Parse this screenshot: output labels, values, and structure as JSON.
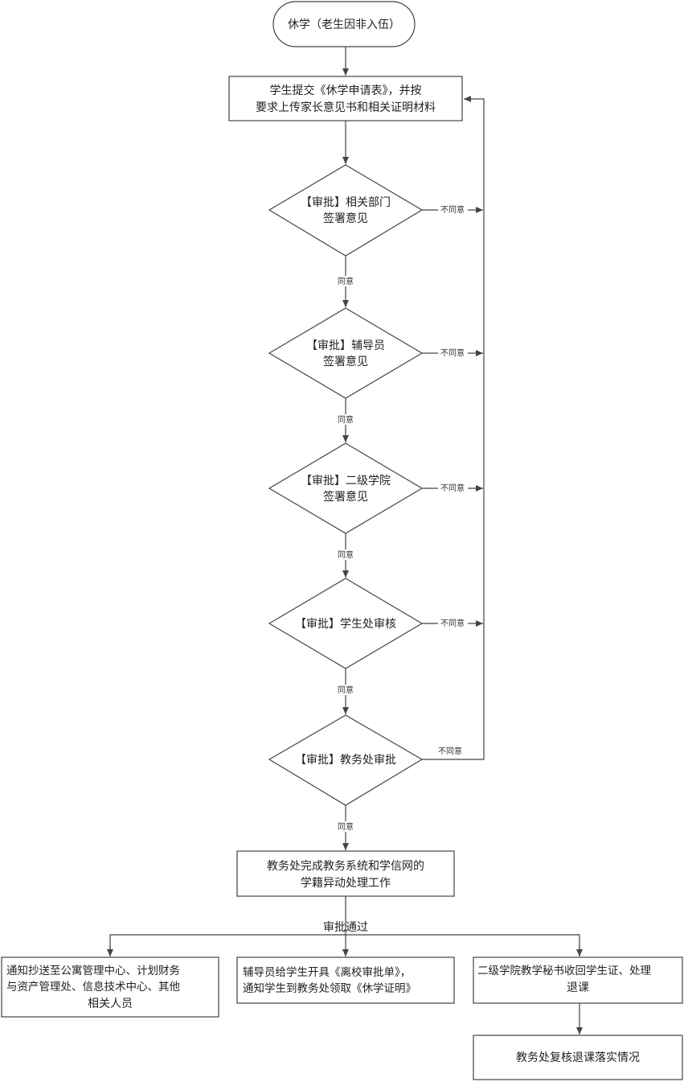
{
  "start": "休学（老生因非入伍）",
  "submit": [
    "学生提交《休学申请表》，并按",
    "要求上传家长意见书和相关证明材料"
  ],
  "approvals": [
    {
      "lines": [
        "【审批】相关部门",
        "签署意见"
      ],
      "reject": "不同意",
      "approve": "同意"
    },
    {
      "lines": [
        "【审批】辅导员",
        "签署意见"
      ],
      "reject": "不同意",
      "approve": "同意"
    },
    {
      "lines": [
        "【审批】二级学院",
        "签署意见"
      ],
      "reject": "不同意",
      "approve": "同意"
    },
    {
      "lines": [
        "【审批】学生处审核"
      ],
      "reject": "不同意",
      "approve": "同意"
    },
    {
      "lines": [
        "【审批】教务处审批"
      ],
      "reject": "不同意",
      "approve": "同意"
    }
  ],
  "process": [
    "教务处完成教务系统和学信网的",
    "学籍异动处理工作"
  ],
  "branch_label": "审批通过",
  "notify": [
    "通知抄送至公寓管理中心、计划财务",
    "与资产管理处、信息技术中心、其他",
    "相关人员"
  ],
  "counselor": [
    "辅导员给学生开具《离校审批单》，",
    "通知学生到教务处领取《休学证明》"
  ],
  "college": [
    "二级学院教学秘书收回学生证、处理",
    "退课"
  ],
  "final": "教务处复核退课落实情况"
}
